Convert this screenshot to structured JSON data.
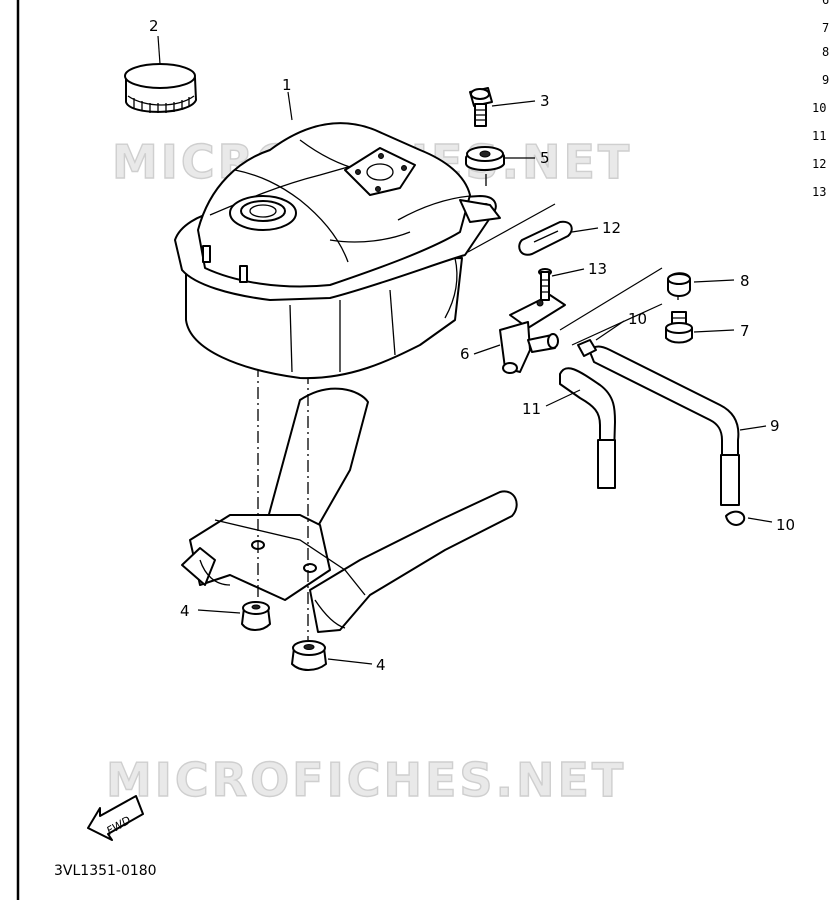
{
  "diagram": {
    "part_code": "3VL1351-0180",
    "fwd_label": "FWD",
    "watermark_text": "MICROFICHES.NET",
    "callouts": {
      "c1": "1",
      "c2": "2",
      "c3": "3",
      "c4a": "4",
      "c4b": "4",
      "c5": "5",
      "c6": "6",
      "c7": "7",
      "c8": "8",
      "c9": "9",
      "c10a": "10",
      "c10b": "10",
      "c11": "11",
      "c12": "12",
      "c13": "13"
    },
    "margin_numbers": [
      "6",
      "7",
      "8",
      "9",
      "10",
      "11",
      "12",
      "13"
    ]
  },
  "colors": {
    "ink": "#000000",
    "watermark": "#d9d9d9",
    "paper": "#ffffff"
  }
}
